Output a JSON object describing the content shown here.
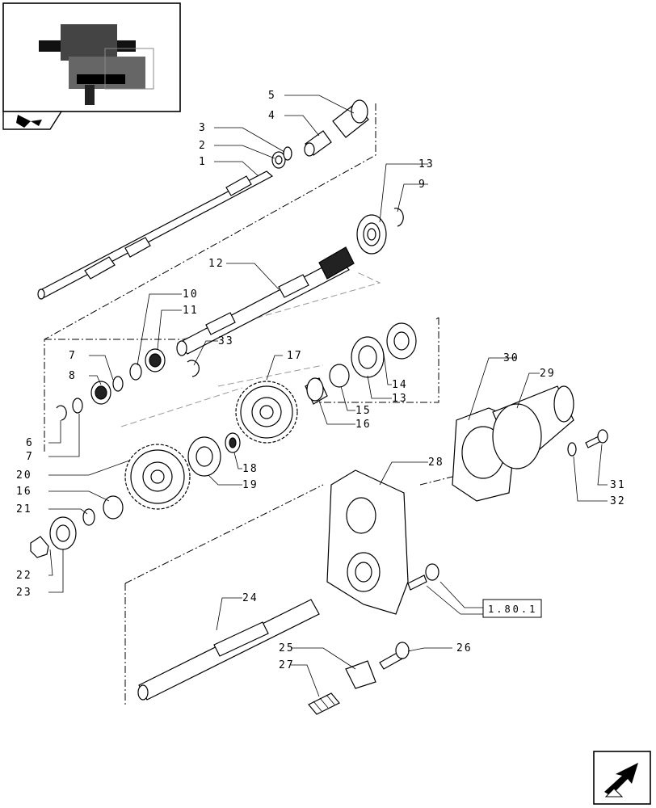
{
  "reference_box": "1.80.1",
  "callouts": {
    "c1": "1",
    "c2": "2",
    "c3": "3",
    "c4": "4",
    "c5": "5",
    "c6": "6",
    "c7a": "7",
    "c7b": "7",
    "c8": "8",
    "c9": "9",
    "c10": "10",
    "c11": "11",
    "c12": "12",
    "c13a": "13",
    "c13b": "13",
    "c14": "14",
    "c15": "15",
    "c16a": "16",
    "c16b": "16",
    "c17": "17",
    "c18": "18",
    "c19": "19",
    "c20": "20",
    "c21": "21",
    "c22": "22",
    "c23": "23",
    "c24": "24",
    "c25": "25",
    "c26": "26",
    "c27": "27",
    "c28": "28",
    "c29": "29",
    "c30": "30",
    "c31": "31",
    "c32": "32",
    "c33": "33"
  },
  "icons": {
    "thumbnail": "assembly-thumbnail-icon",
    "navigate": "nav-arrow-icon",
    "next": "next-page-arrow-icon"
  }
}
